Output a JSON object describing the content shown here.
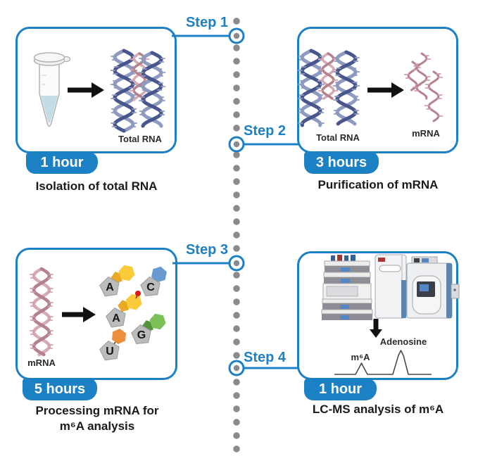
{
  "colors": {
    "accent_blue": "#1b80c4",
    "dot_gray": "#8a8a8a",
    "helix_navy": "#47568c",
    "helix_pink": "#b5818c"
  },
  "steps": [
    {
      "label": "Step 1",
      "duration": "1 hour",
      "caption": "Isolation of total RNA"
    },
    {
      "label": "Step 2",
      "duration": "3 hours",
      "caption": "Purification of mRNA"
    },
    {
      "label": "Step 3",
      "duration": "5 hours",
      "caption_line1": "Processing mRNA for",
      "caption_line2": "m⁶A analysis"
    },
    {
      "label": "Step 4",
      "duration": "1 hour",
      "caption": "LC-MS analysis of m⁶A"
    }
  ],
  "panel1": {
    "product_label": "Total RNA"
  },
  "panel2": {
    "input_label": "Total RNA",
    "product_label": "mRNA"
  },
  "panel3": {
    "input_label": "mRNA",
    "nucleotides": [
      "A",
      "C",
      "A",
      "G",
      "U"
    ]
  },
  "panel4": {
    "chromatogram": {
      "peaks": [
        {
          "label": "m⁶A",
          "relative_height": 0.45
        },
        {
          "label": "Adenosine",
          "relative_height": 1.0
        }
      ]
    }
  }
}
